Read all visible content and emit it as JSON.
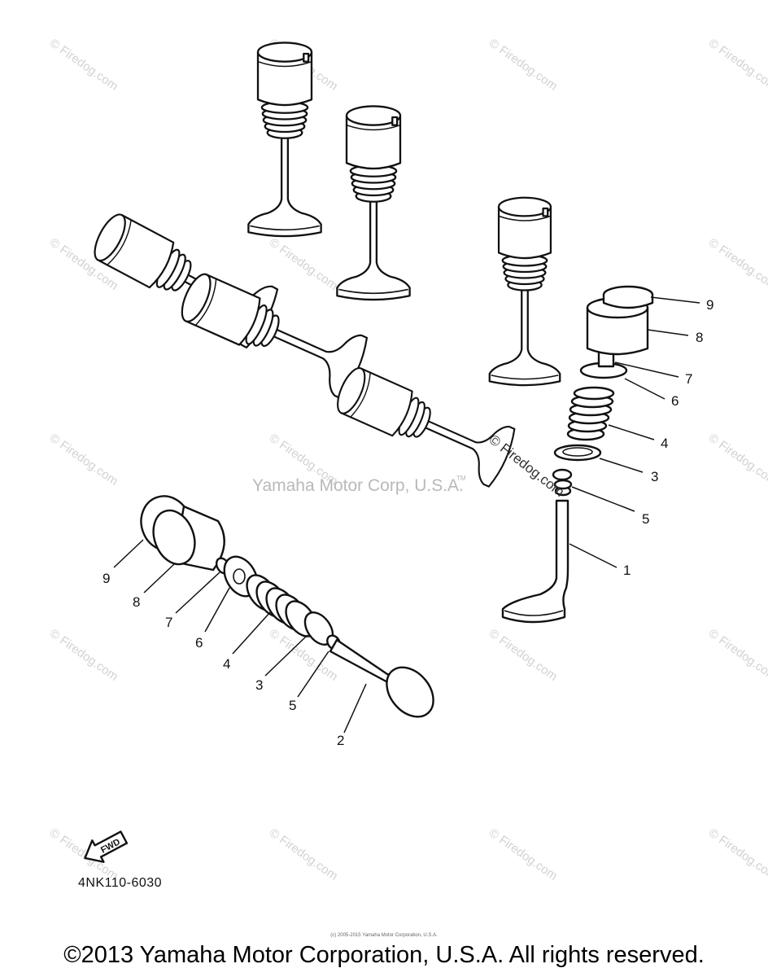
{
  "watermark": {
    "text": "© Firedog.com",
    "credit_text": "Yamaha Motor Corp, U.S.A.",
    "credit_mark": "TM"
  },
  "firedog_stamp": "© Firedog.com",
  "callouts": {
    "right_assembly": [
      "9",
      "8",
      "7",
      "6",
      "4",
      "3",
      "5",
      "1"
    ],
    "left_assembly": [
      "9",
      "8",
      "7",
      "6",
      "4",
      "3",
      "5",
      "2"
    ]
  },
  "fwd_label": "FWD",
  "diagram_code": "4NK110-6030",
  "tiny_notice": "(c) 2005-2015 Yamaha Motor Corporation, U.S.A.",
  "copyright": "©2013 Yamaha Motor Corporation, U.S.A. All rights reserved."
}
